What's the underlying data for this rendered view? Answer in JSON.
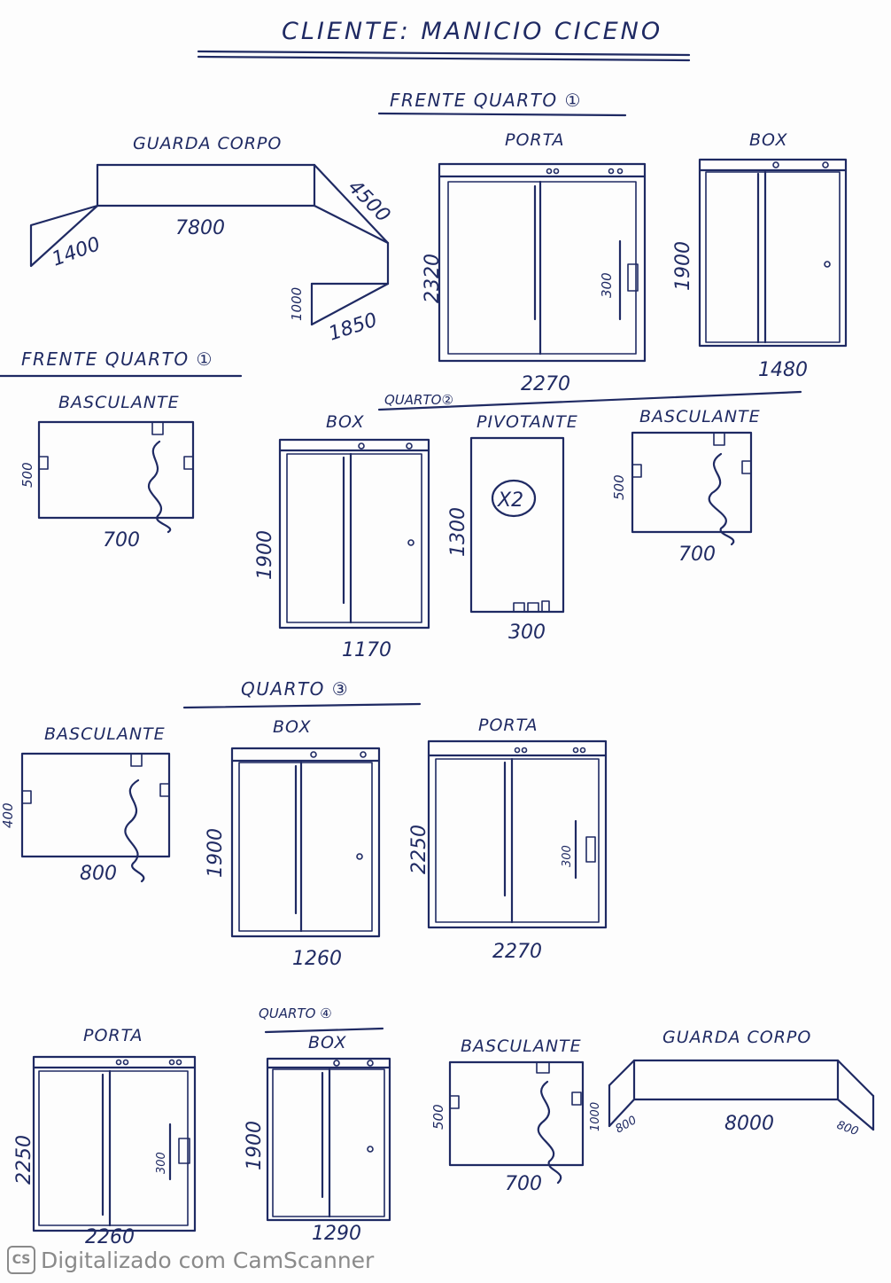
{
  "title": "CLIENTE: MANICIO CICENO",
  "sections": {
    "frente_quarto_1_top": "FRENTE QUARTO ①",
    "frente_quarto_1_left": "FRENTE QUARTO ①",
    "quarto_2": "QUARTO②",
    "quarto_3": "QUARTO ③",
    "quarto_4": "QUARTO ④"
  },
  "items": {
    "guarda_corpo_1": {
      "label": "GUARDA CORPO",
      "dims": [
        "1400",
        "7800",
        "4500",
        "1000",
        "1850"
      ]
    },
    "porta_1": {
      "label": "PORTA",
      "height": "2320",
      "width": "2270",
      "handle": "300"
    },
    "box_1": {
      "label": "BOX",
      "height": "1900",
      "width": "1480"
    },
    "basculante_1": {
      "label": "BASCULANTE",
      "height": "500",
      "width": "700"
    },
    "box_2": {
      "label": "BOX",
      "height": "1900",
      "width": "1170"
    },
    "pivotante_2": {
      "label": "PIVOTANTE",
      "height": "1300",
      "width": "300",
      "qty": "X2"
    },
    "basculante_2": {
      "label": "BASCULANTE",
      "height": "500",
      "width": "700"
    },
    "basculante_3": {
      "label": "BASCULANTE",
      "height": "400",
      "width": "800"
    },
    "box_3": {
      "label": "BOX",
      "height": "1900",
      "width": "1260"
    },
    "porta_3": {
      "label": "PORTA",
      "height": "2250",
      "width": "2270",
      "handle": "300"
    },
    "porta_4": {
      "label": "PORTA",
      "height": "2250",
      "width": "2260",
      "handle": "300"
    },
    "box_4": {
      "label": "BOX",
      "height": "1900",
      "width": "1290"
    },
    "basculante_4": {
      "label": "BASCULANTE",
      "height": "500",
      "width": "700",
      "side": "1000"
    },
    "guarda_corpo_4": {
      "label": "GUARDA CORPO",
      "dims": [
        "800",
        "8000",
        "800"
      ]
    }
  },
  "watermark": {
    "logo": "CS",
    "text": "Digitalizado com CamScanner"
  },
  "colors": {
    "ink": "#1f2a63",
    "paper": "#fdfdfd",
    "watermark": "#8a8a8a"
  }
}
